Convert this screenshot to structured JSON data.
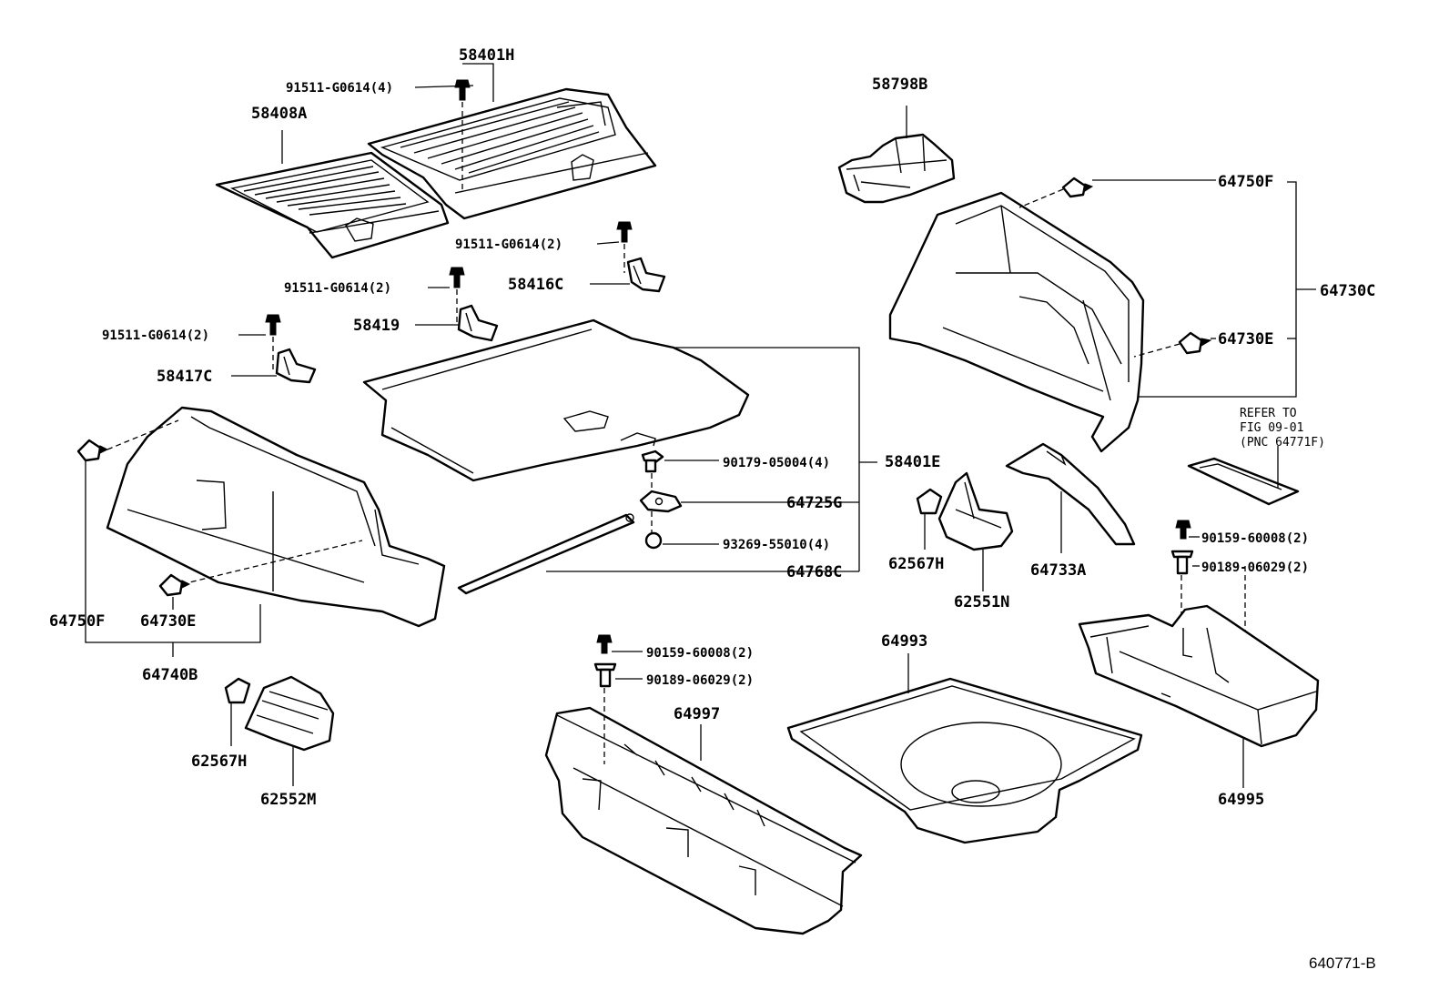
{
  "labels": {
    "p58401h": "58401H",
    "p91511_4": "91511-G0614(4)",
    "p58408a": "58408A",
    "p58798b": "58798B",
    "p91511_2a": "91511-G0614(2)",
    "p91511_2b": "91511-G0614(2)",
    "p58416c": "58416C",
    "p91511_2c": "91511-G0614(2)",
    "p58419": "58419",
    "p58417c": "58417C",
    "p64750f_r": "64750F",
    "p64730c": "64730C",
    "p64730e_r": "64730E",
    "p90179": "90179-05004(4)",
    "p58401e": "58401E",
    "p64725g": "64725G",
    "p93269": "93269-55010(4)",
    "p64768c": "64768C",
    "p62567h_r": "62567H",
    "p62551n": "62551N",
    "p64733a": "64733A",
    "p90159_r": "90159-60008(2)",
    "p90189_r": "90189-06029(2)",
    "p64750f_l": "64750F",
    "p64730e_l": "64730E",
    "p64740b": "64740B",
    "p90159_l": "90159-60008(2)",
    "p90189_l": "90189-06029(2)",
    "p64993": "64993",
    "p64997": "64997",
    "p62567h_l": "62567H",
    "p62552m": "62552M",
    "p64995": "64995"
  },
  "note": {
    "line1": "REFER TO",
    "line2": "FIG 09-01",
    "line3": "(PNC 64771F)"
  },
  "figure_code": "640771-B"
}
